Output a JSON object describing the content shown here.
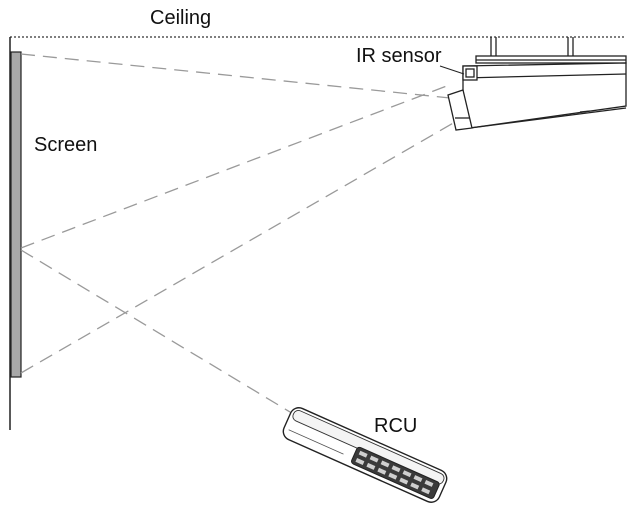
{
  "labels": {
    "ceiling": "Ceiling",
    "ir_sensor": "IR sensor",
    "screen": "Screen",
    "rcu": "RCU"
  },
  "colors": {
    "line": "#222222",
    "dash": "#9a9a9a",
    "screen_fill": "#a8a8a8",
    "device_fill": "#ffffff"
  }
}
